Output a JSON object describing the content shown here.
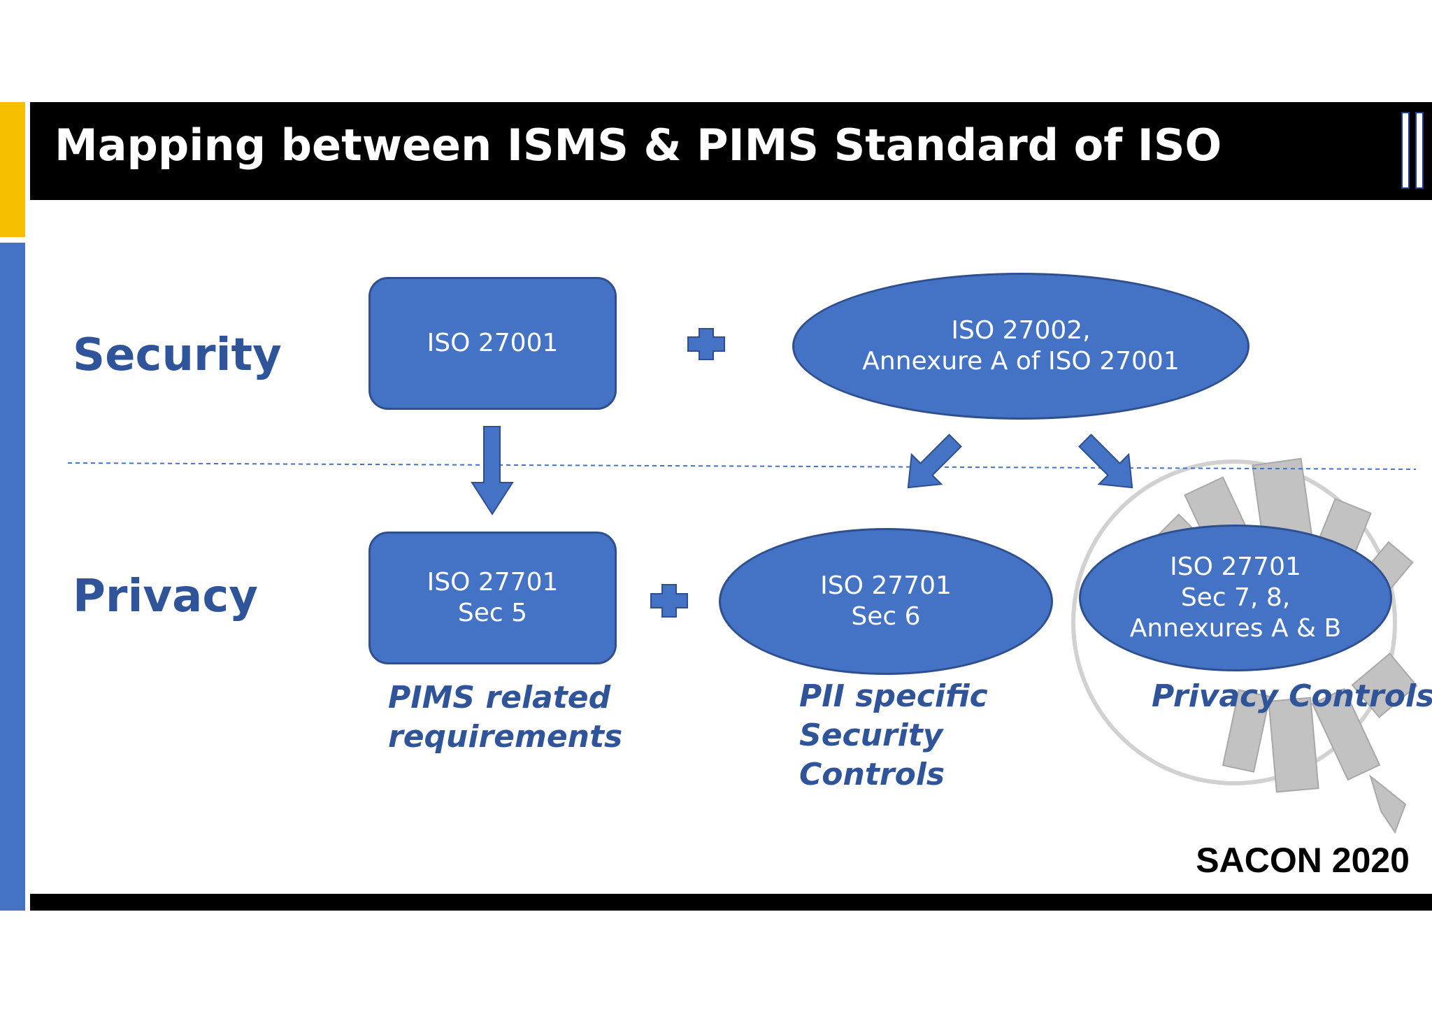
{
  "slide": {
    "title": "Mapping between ISMS & PIMS Standard of ISO",
    "footer": "SACON 2020"
  },
  "rows": {
    "security_label": "Security",
    "privacy_label": "Privacy"
  },
  "nodes": {
    "iso27001": [
      "ISO 27001"
    ],
    "iso27002": [
      "ISO 27002,",
      "Annexure A of ISO 27001"
    ],
    "sec5": [
      "ISO 27701",
      "Sec 5"
    ],
    "sec6": [
      "ISO 27701",
      "Sec 6"
    ],
    "sec78": [
      "ISO 27701",
      "Sec 7, 8,",
      "Annexures A & B"
    ]
  },
  "captions": {
    "pims": [
      "PIMS related",
      "requirements"
    ],
    "pii": [
      "PII specific",
      "Security",
      "Controls"
    ],
    "privacy": [
      "Privacy Controls"
    ]
  },
  "colors": {
    "node_fill": "#4472c4",
    "label_text": "#2f549a",
    "accent_yellow": "#f5c000",
    "title_bar": "#000000"
  },
  "icons": {
    "plus": "plus-icon",
    "arrow": "arrow-icon"
  }
}
